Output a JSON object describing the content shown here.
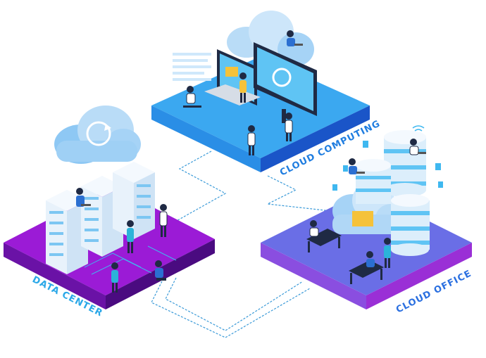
{
  "platforms": [
    {
      "id": "data-center",
      "label": "DATA CENTER",
      "label_color": "#2aa8e8",
      "top_color": "#9b1bd6",
      "side_color": "#5a0e8c"
    },
    {
      "id": "cloud-computing",
      "label": "CLOUD COMPUTING",
      "label_color": "#1f7de0",
      "top_color": "#3ba8f0",
      "side_color": "#1a55c8"
    },
    {
      "id": "cloud-office",
      "label": "CLOUD OFFICE",
      "label_color": "#2a6fe0",
      "top_color": "#6a6ee6",
      "side_color": "#9a2fd6"
    }
  ],
  "colors": {
    "connector": "#3a9ad8",
    "cloud_light": "#b9dcf7",
    "cloud_mid": "#6fb8f0",
    "server_body": "#e8f2fb",
    "server_stripe": "#7cc6f2",
    "monitor_screen": "#5fc4f4",
    "folder": "#f5c23a",
    "person_dark": "#1f2a44"
  }
}
